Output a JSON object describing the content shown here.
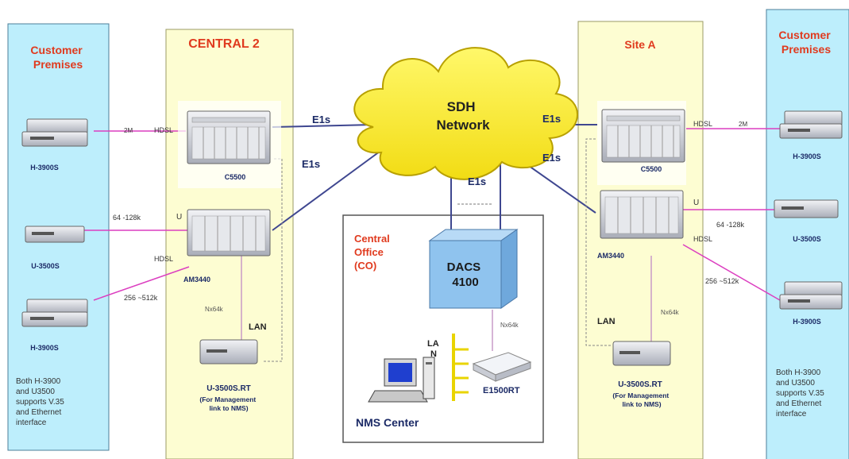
{
  "panels": {
    "left_customer_title": [
      "Customer",
      "Premises"
    ],
    "central2_title": "CENTRAL 2",
    "sitea_title": "Site A",
    "right_customer_title": [
      "Customer",
      "Premises"
    ],
    "co_title": [
      "Central",
      "Office",
      "(CO)"
    ],
    "nms_center": "NMS Center"
  },
  "cloud": {
    "label": [
      "SDH",
      "Network"
    ]
  },
  "devices": {
    "h3900s": "H-3900S",
    "u3500s": "U-3500S",
    "c5500": "C5500",
    "am3440": "AM3440",
    "u3500srt": "U-3500S.RT",
    "mgmt_note": [
      "(For Management",
      "link to NMS)"
    ],
    "dacs": [
      "DACS",
      "4100"
    ],
    "e1500rt": "E1500RT",
    "lan_split": [
      "LA",
      "N"
    ]
  },
  "links": {
    "e1s": "E1s",
    "hdsl": "HDSL",
    "rate_2m": "2M",
    "rate_64_128": "64 -128k",
    "rate_256_512": "256 ~512k",
    "u": "U",
    "nx64": "Nx64k",
    "lan": "LAN"
  },
  "notes": {
    "support": [
      "Both H-3900",
      "and U3500",
      "supports V.35",
      "and Ethernet",
      "interface"
    ]
  },
  "colors": {
    "customer_bg": "#bdeefc",
    "site_bg": "#fdfdd2",
    "cloud": "#fff43a",
    "dacs": "#8fc3ee",
    "title_red": "#e03a1e",
    "link_pink": "#dc3fc0",
    "link_navy": "#3f4790",
    "nx_line": "#c89ac8"
  }
}
